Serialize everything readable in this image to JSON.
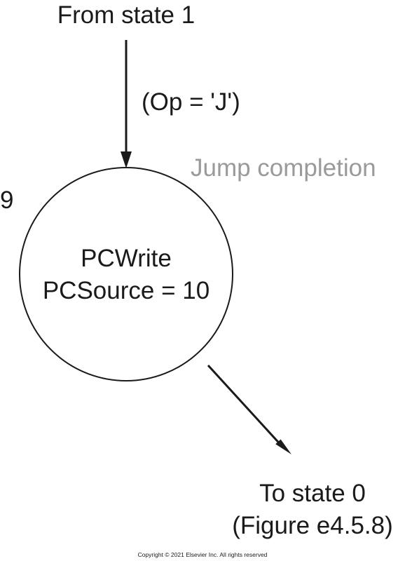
{
  "diagram": {
    "source_label": "From state 1",
    "condition_label": "(Op = 'J')",
    "state_title": "Jump completion",
    "state_number": "9",
    "state_actions": [
      "PCWrite",
      "PCSource = 10"
    ],
    "target_label": "To state 0",
    "target_reference": "(Figure e4.5.8)"
  },
  "copyright": "Copyright © 2021 Elsevier Inc. All rights reserved",
  "colors": {
    "ink": "#1a1a1a",
    "title_gray": "#9a9a9a",
    "background": "#ffffff"
  }
}
